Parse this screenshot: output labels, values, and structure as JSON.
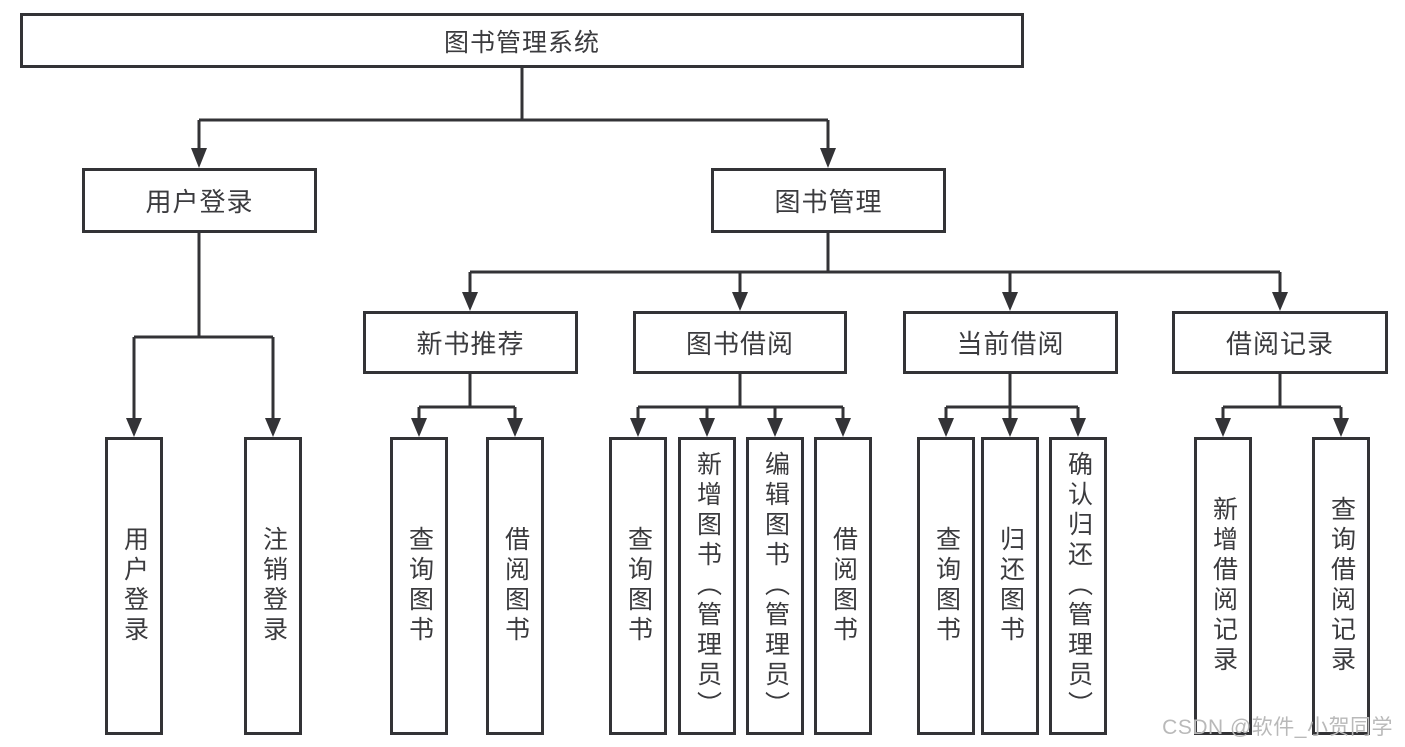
{
  "colors": {
    "line": "#333336",
    "text": "#3b3b3e",
    "watermark": "#b9b9b9",
    "background": "#ffffff"
  },
  "watermark": "CSDN @软件_小贺同学",
  "tree": {
    "root": "图书管理系统",
    "children": [
      {
        "label": "用户登录",
        "children": [
          "用户登录",
          "注销登录"
        ]
      },
      {
        "label": "图书管理",
        "children": [
          {
            "label": "新书推荐",
            "children": [
              "查询图书",
              "借阅图书"
            ]
          },
          {
            "label": "图书借阅",
            "children": [
              "查询图书",
              "新增图书（管理员）",
              "编辑图书（管理员）",
              "借阅图书"
            ]
          },
          {
            "label": "当前借阅",
            "children": [
              "查询图书",
              "归还图书",
              "确认归还（管理员）"
            ]
          },
          {
            "label": "借阅记录",
            "children": [
              "新增借阅记录",
              "查询借阅记录"
            ]
          }
        ]
      }
    ]
  }
}
